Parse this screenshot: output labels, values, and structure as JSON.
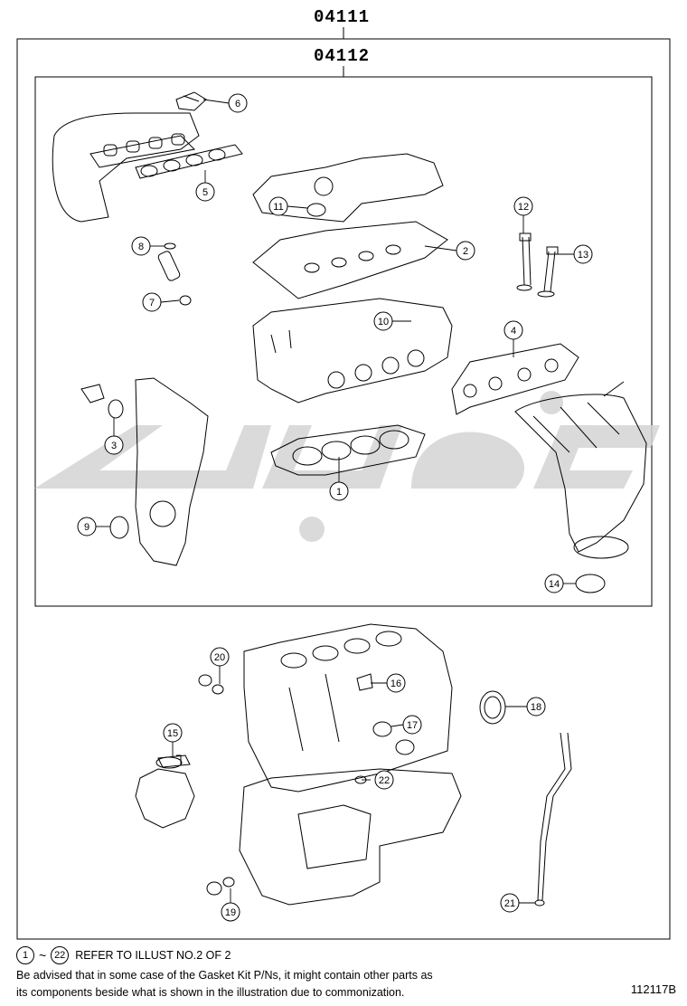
{
  "header": {
    "kit_part_number": "04111",
    "sub_kit_part_number": "04112"
  },
  "callouts": [
    "1",
    "2",
    "3",
    "4",
    "5",
    "6",
    "7",
    "8",
    "9",
    "10",
    "11",
    "12",
    "13",
    "14",
    "15",
    "16",
    "17",
    "18",
    "19",
    "20",
    "21",
    "22"
  ],
  "footer": {
    "ref_from": "1",
    "ref_to": "22",
    "tilde": "~",
    "ref_text": "REFER TO ILLUST NO.2 OF 2",
    "notice_line1": "Be advised that in some case of the Gasket Kit P/Ns, it might contain other parts as",
    "notice_line2": "its components beside what is shown in the illustration due to commonization."
  },
  "illustration_code": "112117B",
  "colors": {
    "line": "#000000",
    "watermark": "#d4d4d4"
  }
}
